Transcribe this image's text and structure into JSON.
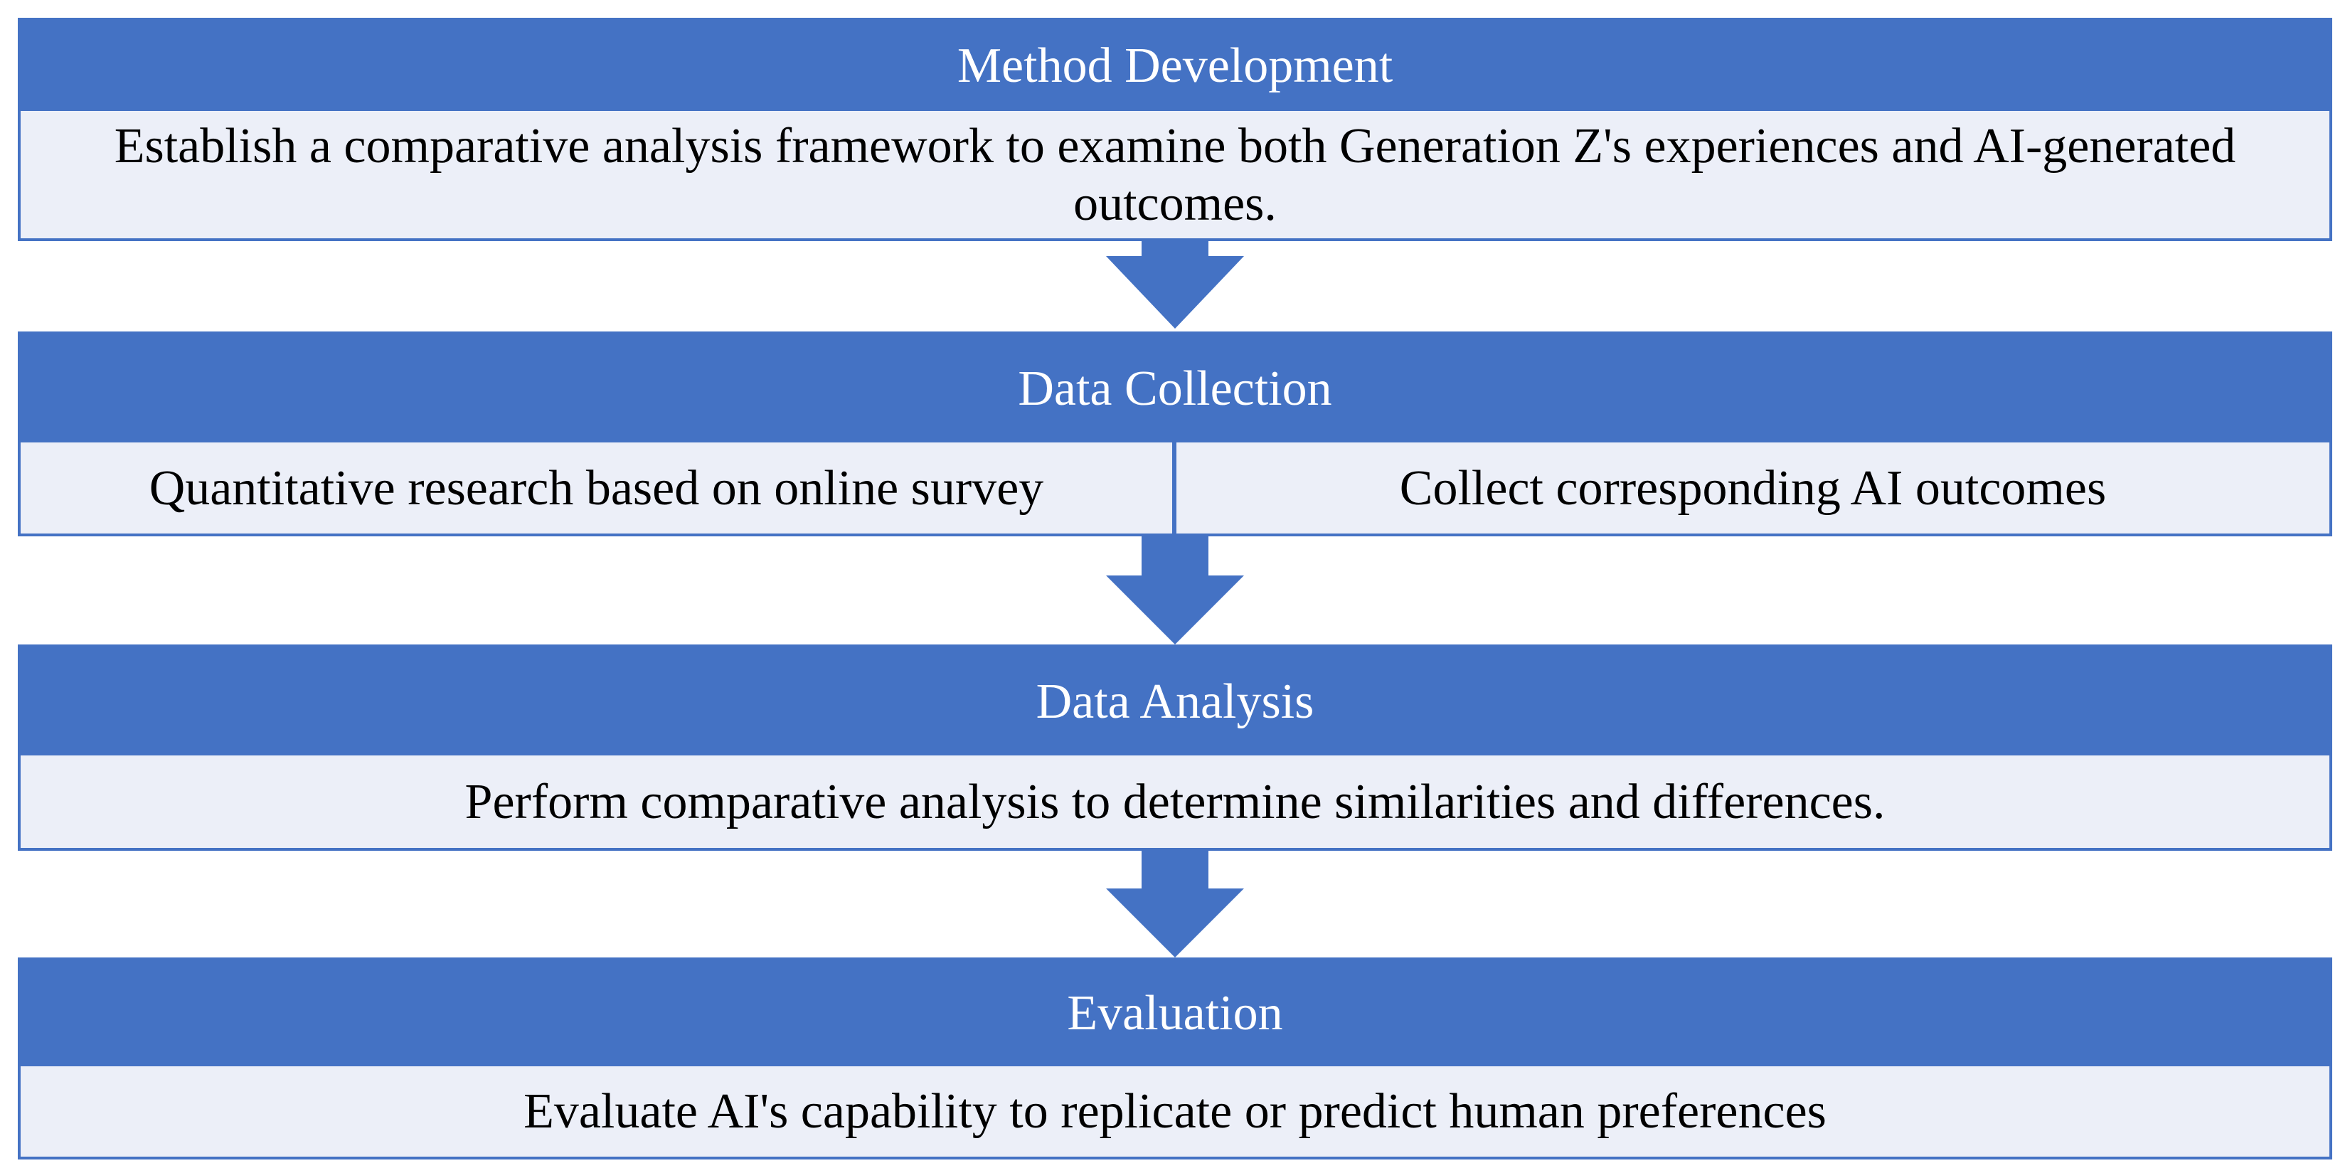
{
  "colors": {
    "header": "#4472C4",
    "header_text": "#FFFFFF",
    "body": "#ECEFF8",
    "border": "#4472C4",
    "arrow": "#4472C4",
    "text": "#000000"
  },
  "steps": [
    {
      "title": "Method Development",
      "body": [
        "Establish a comparative analysis framework to examine both Generation Z's experiences and AI-generated outcomes."
      ]
    },
    {
      "title": "Data Collection",
      "body": [
        "Quantitative research based on online survey",
        "Collect corresponding AI outcomes"
      ]
    },
    {
      "title": "Data Analysis",
      "body": [
        "Perform comparative analysis to determine similarities and differences."
      ]
    },
    {
      "title": "Evaluation",
      "body": [
        "Evaluate AI's capability to replicate or predict human preferences"
      ]
    }
  ]
}
